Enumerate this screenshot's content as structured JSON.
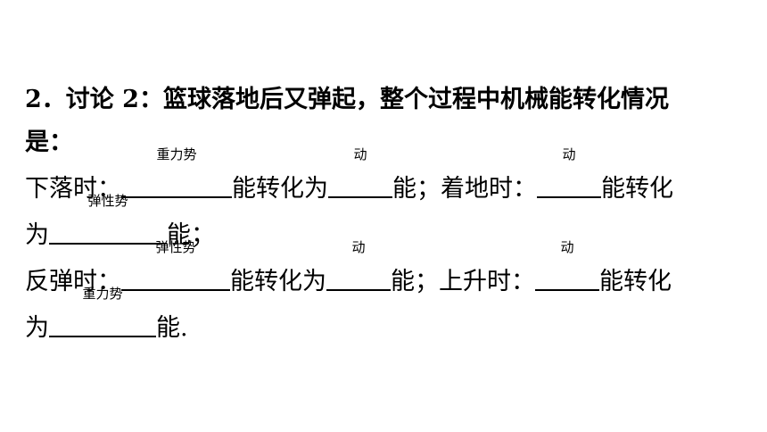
{
  "title": "2．讨论 2：篮球落地后又弹起，整个过程中机械能转化情况",
  "title_cont": "是：",
  "fall": {
    "label": "下落时：",
    "ans1": "重力势",
    "mid1": "能转化为",
    "ans2": "动",
    "end": "能；"
  },
  "land": {
    "label": "着地时：",
    "ans1": "动",
    "mid1": "能转化",
    "mid2": "为",
    "ans2": "弹性势",
    "end": "能；"
  },
  "bounce": {
    "label": "反弹时：",
    "ans1": "弹性势",
    "mid1": "能转化为",
    "ans2": "动",
    "end": "能；"
  },
  "rise": {
    "label": "上升时：",
    "ans1": "动",
    "mid1": "能转化",
    "mid2": "为",
    "ans2": "重力势",
    "end": "能."
  }
}
